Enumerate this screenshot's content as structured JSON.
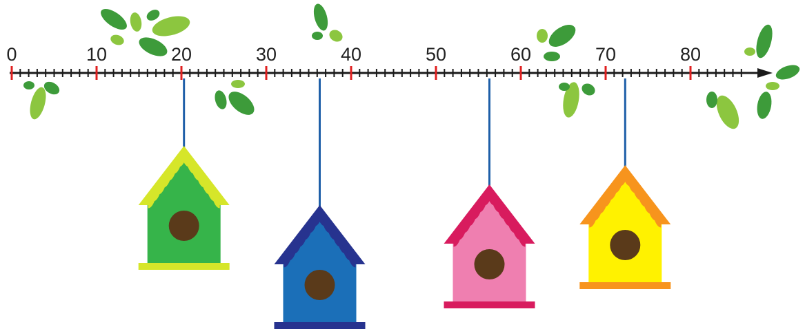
{
  "number_line": {
    "labels": [
      "0",
      "10",
      "20",
      "30",
      "40",
      "50",
      "60",
      "70",
      "80"
    ],
    "major_step": 10,
    "minor_step": 1,
    "start": 0,
    "end": 86,
    "axis_color": "#1a1a1a",
    "major_tick_color": "#e02020",
    "has_arrow": true
  },
  "birdhouses": [
    {
      "name": "green-birdhouse",
      "value": 19,
      "roof": "#d6e62a",
      "body": "#36b44a",
      "base": "#d6e62a",
      "hole": "#5a3a1a",
      "string": "#1e5fa8"
    },
    {
      "name": "blue-birdhouse",
      "value": 35,
      "roof": "#27338f",
      "body": "#1b6fb8",
      "base": "#27338f",
      "hole": "#5a3a1a",
      "string": "#1e5fa8"
    },
    {
      "name": "pink-birdhouse",
      "value": 55,
      "roof": "#d81b5e",
      "body": "#ef7fb0",
      "base": "#d81b5e",
      "hole": "#5a3a1a",
      "string": "#1e5fa8"
    },
    {
      "name": "yellow-birdhouse",
      "value": 71,
      "roof": "#f7941d",
      "body": "#fff200",
      "base": "#f7941d",
      "hole": "#5a3a1a",
      "string": "#1e5fa8"
    }
  ],
  "leaf_colors": [
    "#3d9b3a",
    "#8cc63f"
  ]
}
